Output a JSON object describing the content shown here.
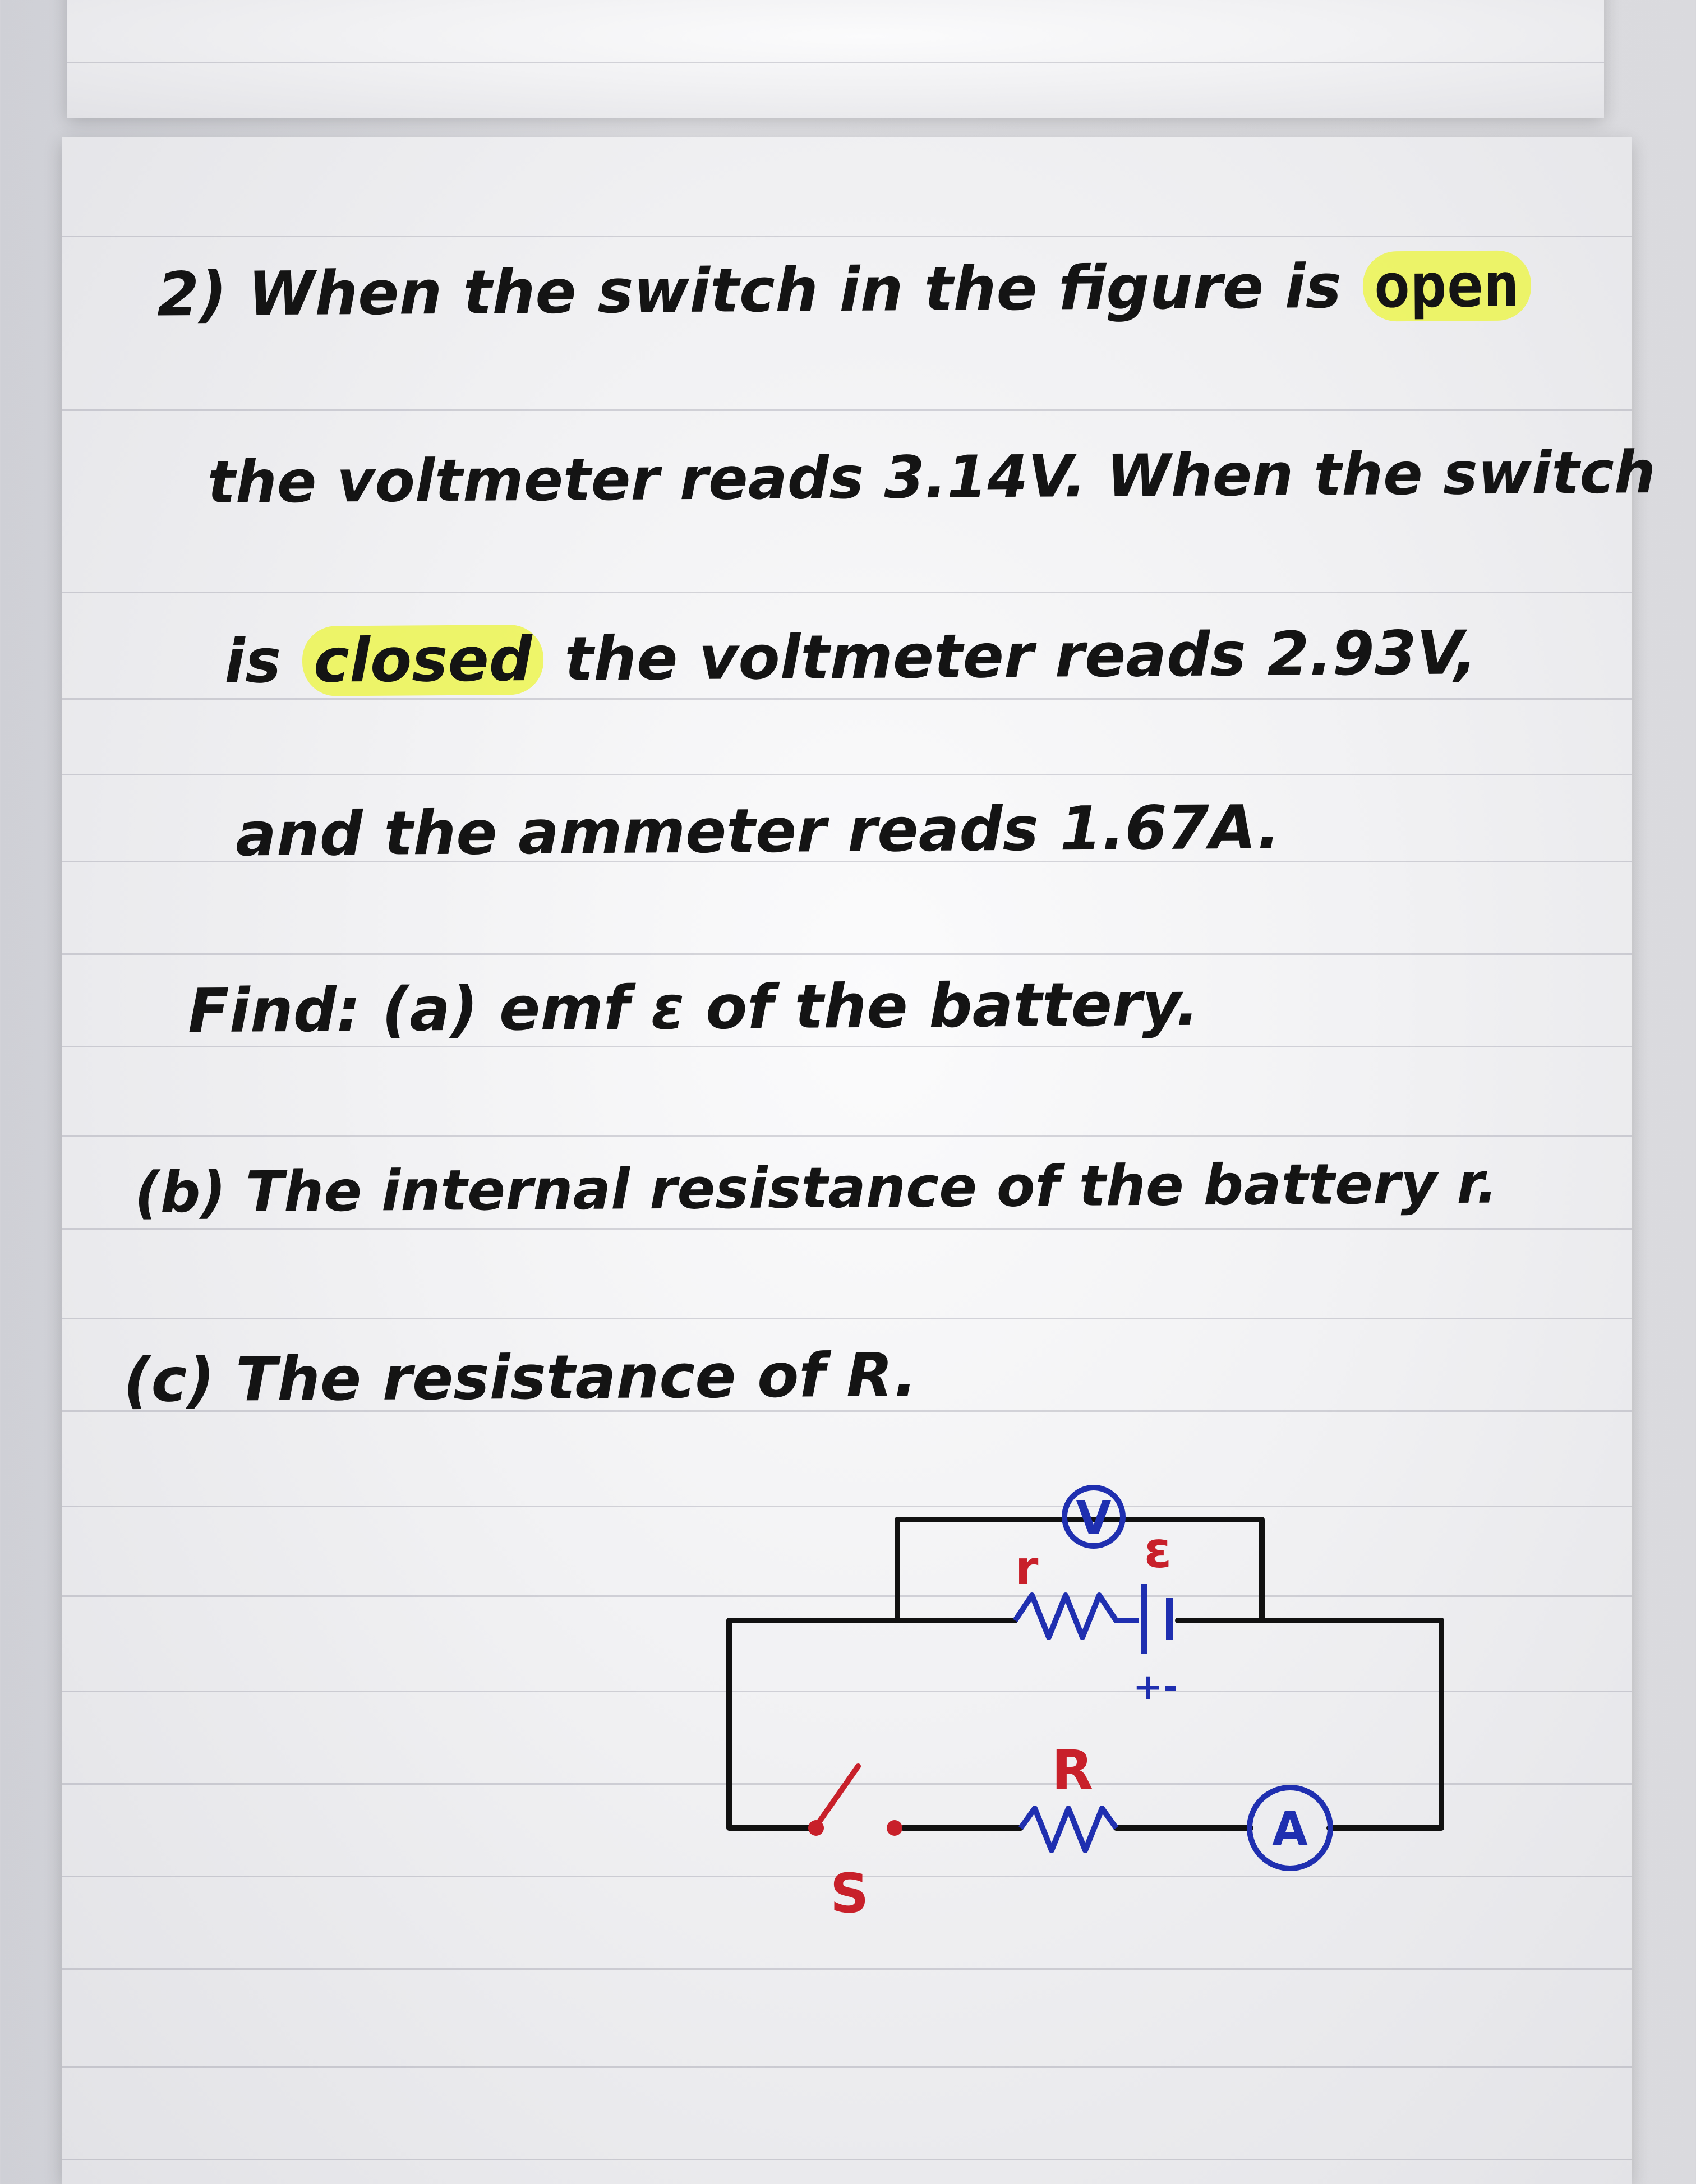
{
  "problem": {
    "line1": {
      "before": "2) When the switch in the figure is ",
      "highlight": "open"
    },
    "line2": "the voltmeter reads 3.14V. When the switch",
    "line3": {
      "before": "is ",
      "highlight": "closed",
      "after": " the voltmeter reads 2.93V,"
    },
    "line4": "and the ammeter reads 1.67A.",
    "line5": "Find: (a) emf ε of the battery.",
    "line6": "(b) The internal resistance of the battery r.",
    "line7": "(c) The resistance of R."
  },
  "circuit": {
    "voltmeter_label": "V",
    "ammeter_label": "A",
    "internal_resistance_label": "r",
    "emf_label": "ε",
    "resistor_label": "R",
    "switch_label": "S",
    "battery_polarity": "+-",
    "colors": {
      "wire": "#111111",
      "blue": "#1f2fb0",
      "red": "#c8202a"
    }
  }
}
